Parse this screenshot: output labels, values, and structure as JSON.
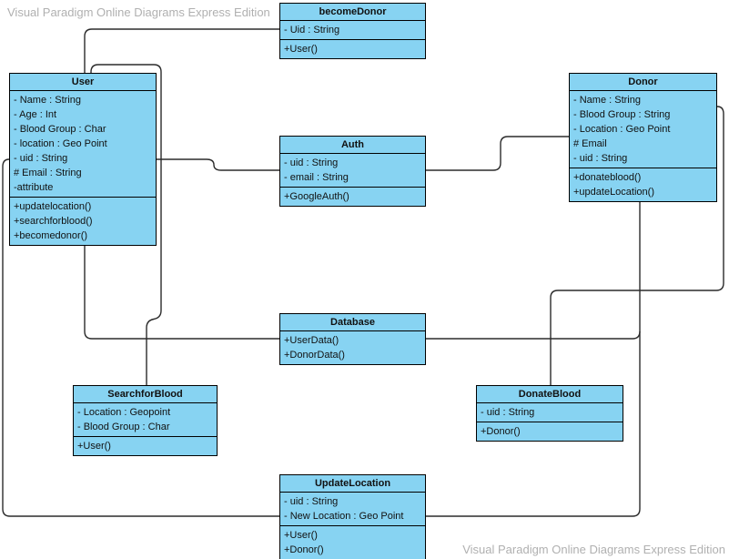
{
  "watermark": "Visual Paradigm Online Diagrams Express Edition",
  "colors": {
    "class-fill": "#87d3f2",
    "class-border": "#000000",
    "line-color": "#2b2b2b",
    "watermark-color": "#b0b0b0",
    "text-color": "#111111"
  },
  "diagram_type": "UML class diagram",
  "classes": [
    {
      "name": "becomeDonor",
      "attributes": [
        "- Uid : String"
      ],
      "methods": [
        "+User()"
      ]
    },
    {
      "name": "User",
      "attributes": [
        "- Name : String",
        "- Age : Int",
        "- Blood Group : Char",
        "- location : Geo Point",
        "- uid : String",
        "# Email : String",
        "-attribute"
      ],
      "methods": [
        "+updatelocation()",
        "+searchforblood()",
        "+becomedonor()"
      ]
    },
    {
      "name": "Donor",
      "attributes": [
        "- Name : String",
        "- Blood Group : String",
        "- Location : Geo Point",
        "# Email",
        "- uid : String"
      ],
      "methods": [
        "+donateblood()",
        "+updateLocation()"
      ]
    },
    {
      "name": "Auth",
      "attributes": [
        "- uid : String",
        "- email : String"
      ],
      "methods": [
        "+GoogleAuth()"
      ]
    },
    {
      "name": "Database",
      "attributes": [],
      "methods": [
        "+UserData()",
        "+DonorData()"
      ]
    },
    {
      "name": "SearchforBlood",
      "attributes": [
        "- Location : Geopoint",
        "- Blood Group : Char"
      ],
      "methods": [
        "+User()"
      ]
    },
    {
      "name": "DonateBlood",
      "attributes": [
        "- uid : String"
      ],
      "methods": [
        "+Donor()"
      ]
    },
    {
      "name": "UpdateLocation",
      "attributes": [
        "- uid : String",
        "- New Location : Geo Point"
      ],
      "methods": [
        "+User()",
        "+Donor()"
      ]
    }
  ],
  "connectors": [
    {
      "from": "becomeDonor",
      "to": "User"
    },
    {
      "from": "User",
      "to": "SearchforBlood"
    },
    {
      "from": "User",
      "to": "Auth"
    },
    {
      "from": "Auth",
      "to": "Donor"
    },
    {
      "from": "User",
      "to": "Database"
    },
    {
      "from": "Database",
      "to": "Donor"
    },
    {
      "from": "UpdateLocation",
      "to": "Donor"
    },
    {
      "from": "Donor",
      "to": "DonateBlood"
    },
    {
      "from": "User",
      "to": "UpdateLocation"
    }
  ]
}
